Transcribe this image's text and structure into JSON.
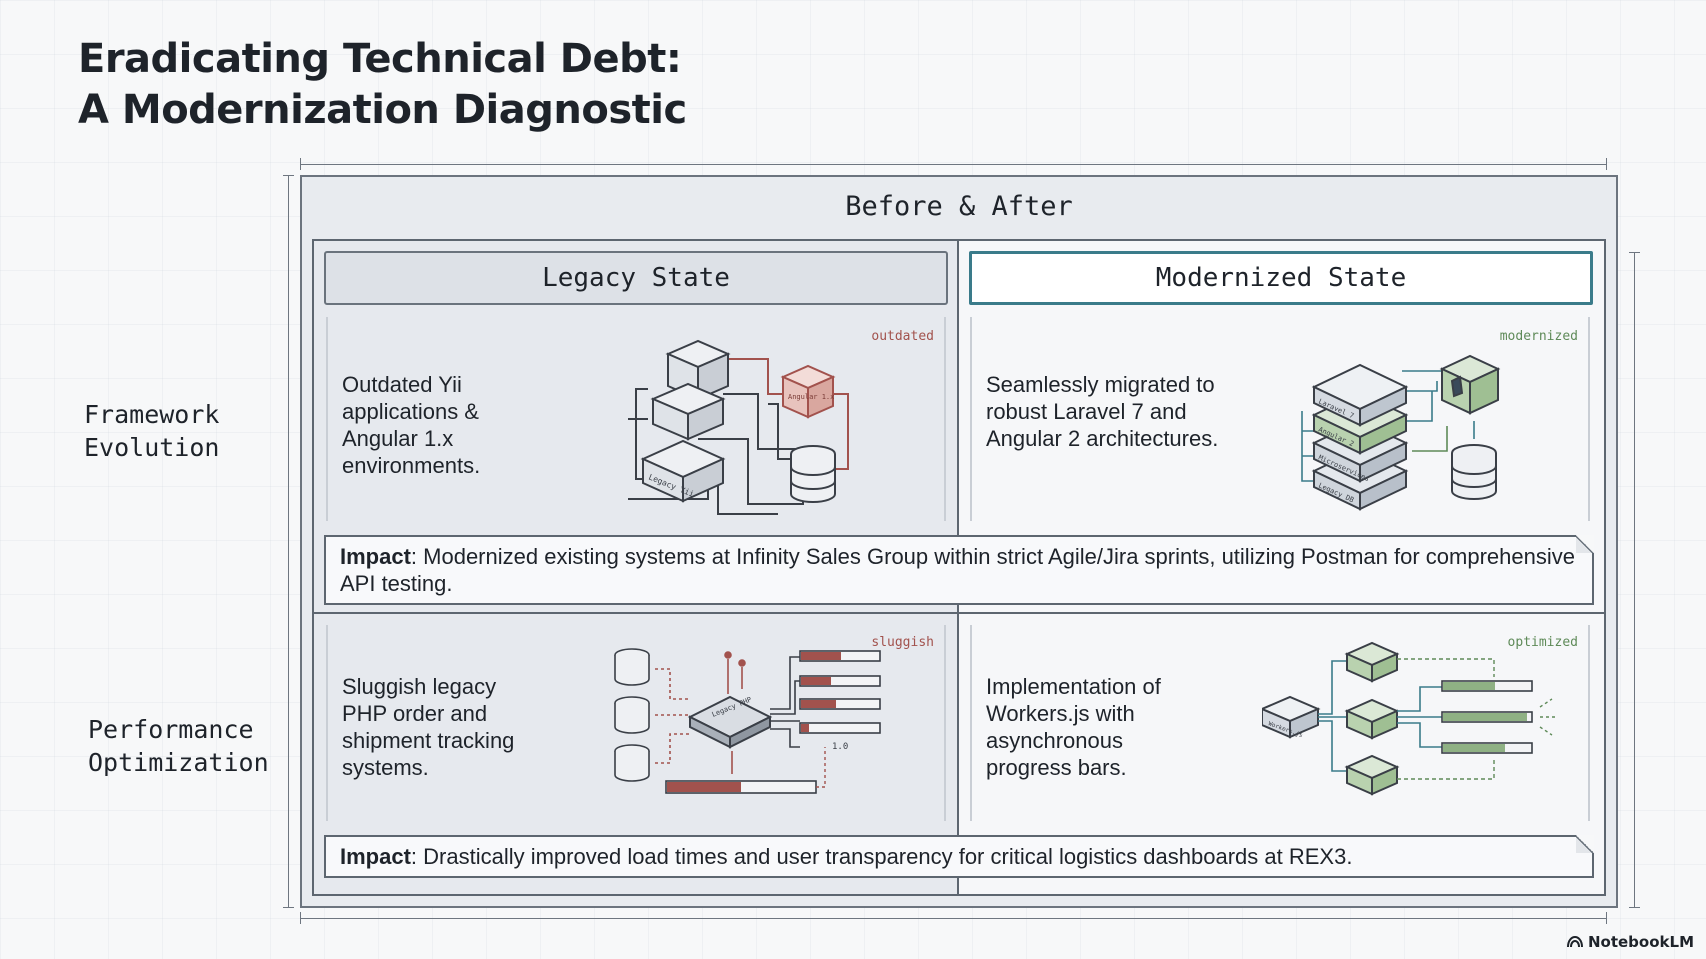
{
  "title_line1": "Eradicating Technical Debt:",
  "title_line2": "A Modernization Diagnostic",
  "frame_title": "Before & After",
  "rows": [
    {
      "label": "Framework\nEvolution"
    },
    {
      "label": "Performance\nOptimization"
    }
  ],
  "legacy": {
    "heading": "Legacy State"
  },
  "modern": {
    "heading": "Modernized State"
  },
  "cells": {
    "framework_legacy": {
      "text": "Outdated Yii applications & Angular 1.x environments.",
      "tag": "outdated"
    },
    "framework_modern": {
      "text": "Seamlessly migrated to robust Laravel 7 and Angular 2 architectures.",
      "tag": "modernized"
    },
    "performance_legacy": {
      "text": "Sluggish legacy PHP order and shipment tracking systems.",
      "tag": "sluggish"
    },
    "performance_modern": {
      "text": "Implementation of Workers.js with asynchronous progress bars.",
      "tag": "optimized"
    }
  },
  "impacts": [
    {
      "label": "Impact",
      "text": ": Modernized existing systems at Infinity Sales Group within strict Agile/Jira sprints, utilizing Postman for comprehensive API testing."
    },
    {
      "label": "Impact",
      "text": ": Drastically improved load times and user transparency for critical logistics dashboards at REX3."
    }
  ],
  "art_labels": {
    "legacy_box": "Legacy Yii",
    "angular_box": "Angular 1.x",
    "laravel_layer": "Laravel 7",
    "angular2_layer": "Angular 2",
    "microservices_layer": "Microservices",
    "legacy_db_layer": "Legacy DB",
    "chip": "Legacy PHP",
    "counter": "1.0",
    "worker_box": "Workers.js"
  },
  "colors": {
    "legacy_accent": "#a2524d",
    "modern_accent": "#5e8a58",
    "heading_border": "#3a7b8a"
  },
  "logo": "NotebookLM"
}
